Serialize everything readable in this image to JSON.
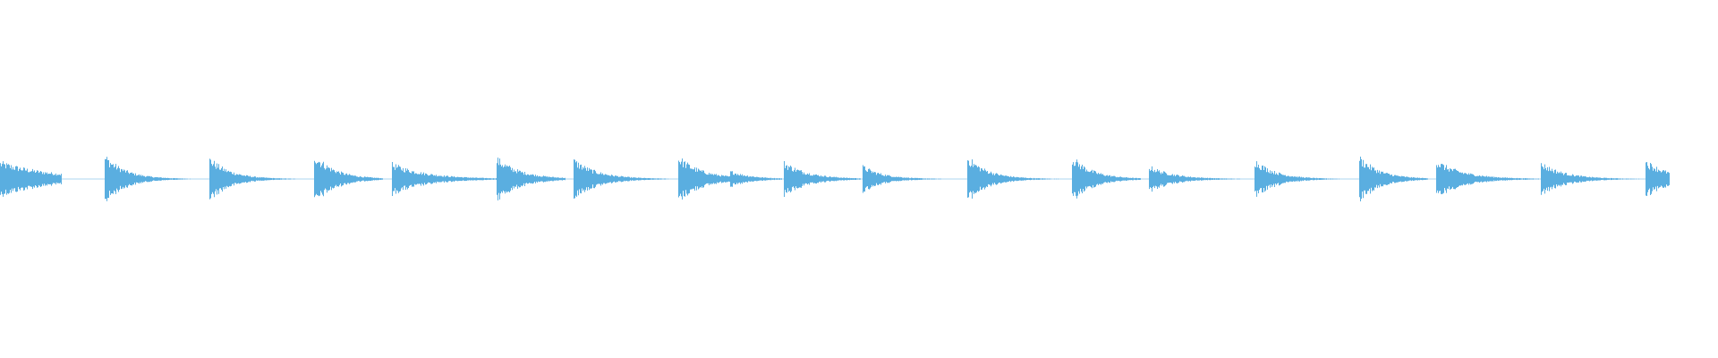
{
  "waveform": {
    "color": "#5aaee0",
    "background": "#ffffff",
    "duration": 1.0,
    "played_fraction": 0.0,
    "visible_extent": 0.972,
    "transients": [
      {
        "t": 0.0,
        "amp": 0.42,
        "decay": 0.03,
        "tail": 0.012,
        "length": 0.036
      },
      {
        "t": 0.061,
        "amp": 0.58,
        "decay": 0.012,
        "tail": 0.008,
        "length": 0.05
      },
      {
        "t": 0.122,
        "amp": 0.52,
        "decay": 0.012,
        "tail": 0.008,
        "length": 0.05
      },
      {
        "t": 0.183,
        "amp": 0.62,
        "decay": 0.012,
        "tail": 0.01,
        "length": 0.04
      },
      {
        "t": 0.228,
        "amp": 0.38,
        "decay": 0.02,
        "tail": 0.012,
        "length": 0.061
      },
      {
        "t": 0.289,
        "amp": 0.52,
        "decay": 0.014,
        "tail": 0.01,
        "length": 0.04
      },
      {
        "t": 0.334,
        "amp": 0.48,
        "decay": 0.014,
        "tail": 0.008,
        "length": 0.055
      },
      {
        "t": 0.395,
        "amp": 0.55,
        "decay": 0.014,
        "tail": 0.012,
        "length": 0.03
      },
      {
        "t": 0.425,
        "amp": 0.2,
        "decay": 0.012,
        "tail": 0.008,
        "length": 0.03
      },
      {
        "t": 0.456,
        "amp": 0.42,
        "decay": 0.014,
        "tail": 0.01,
        "length": 0.045
      },
      {
        "t": 0.502,
        "amp": 0.32,
        "decay": 0.012,
        "tail": 0.006,
        "length": 0.055
      },
      {
        "t": 0.563,
        "amp": 0.55,
        "decay": 0.012,
        "tail": 0.008,
        "length": 0.055
      },
      {
        "t": 0.624,
        "amp": 0.55,
        "decay": 0.012,
        "tail": 0.01,
        "length": 0.04
      },
      {
        "t": 0.669,
        "amp": 0.32,
        "decay": 0.014,
        "tail": 0.006,
        "length": 0.055
      },
      {
        "t": 0.73,
        "amp": 0.48,
        "decay": 0.012,
        "tail": 0.008,
        "length": 0.06
      },
      {
        "t": 0.791,
        "amp": 0.55,
        "decay": 0.012,
        "tail": 0.01,
        "length": 0.04
      },
      {
        "t": 0.836,
        "amp": 0.45,
        "decay": 0.016,
        "tail": 0.012,
        "length": 0.06
      },
      {
        "t": 0.897,
        "amp": 0.4,
        "decay": 0.014,
        "tail": 0.012,
        "length": 0.061
      },
      {
        "t": 0.958,
        "amp": 0.45,
        "decay": 0.014,
        "tail": 0.012,
        "length": 0.014
      }
    ]
  }
}
